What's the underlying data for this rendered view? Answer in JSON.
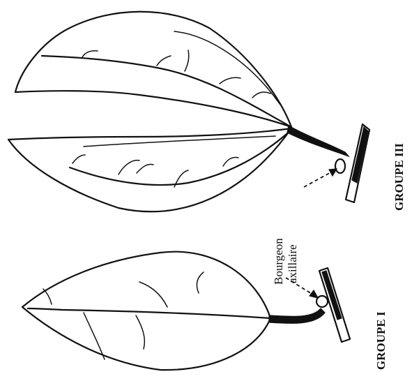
{
  "labels": {
    "group_1": "GROUPE I",
    "group_3": "GROUPE III",
    "bud_line1": "Bourgeon",
    "bud_line2": "axillaire"
  }
}
